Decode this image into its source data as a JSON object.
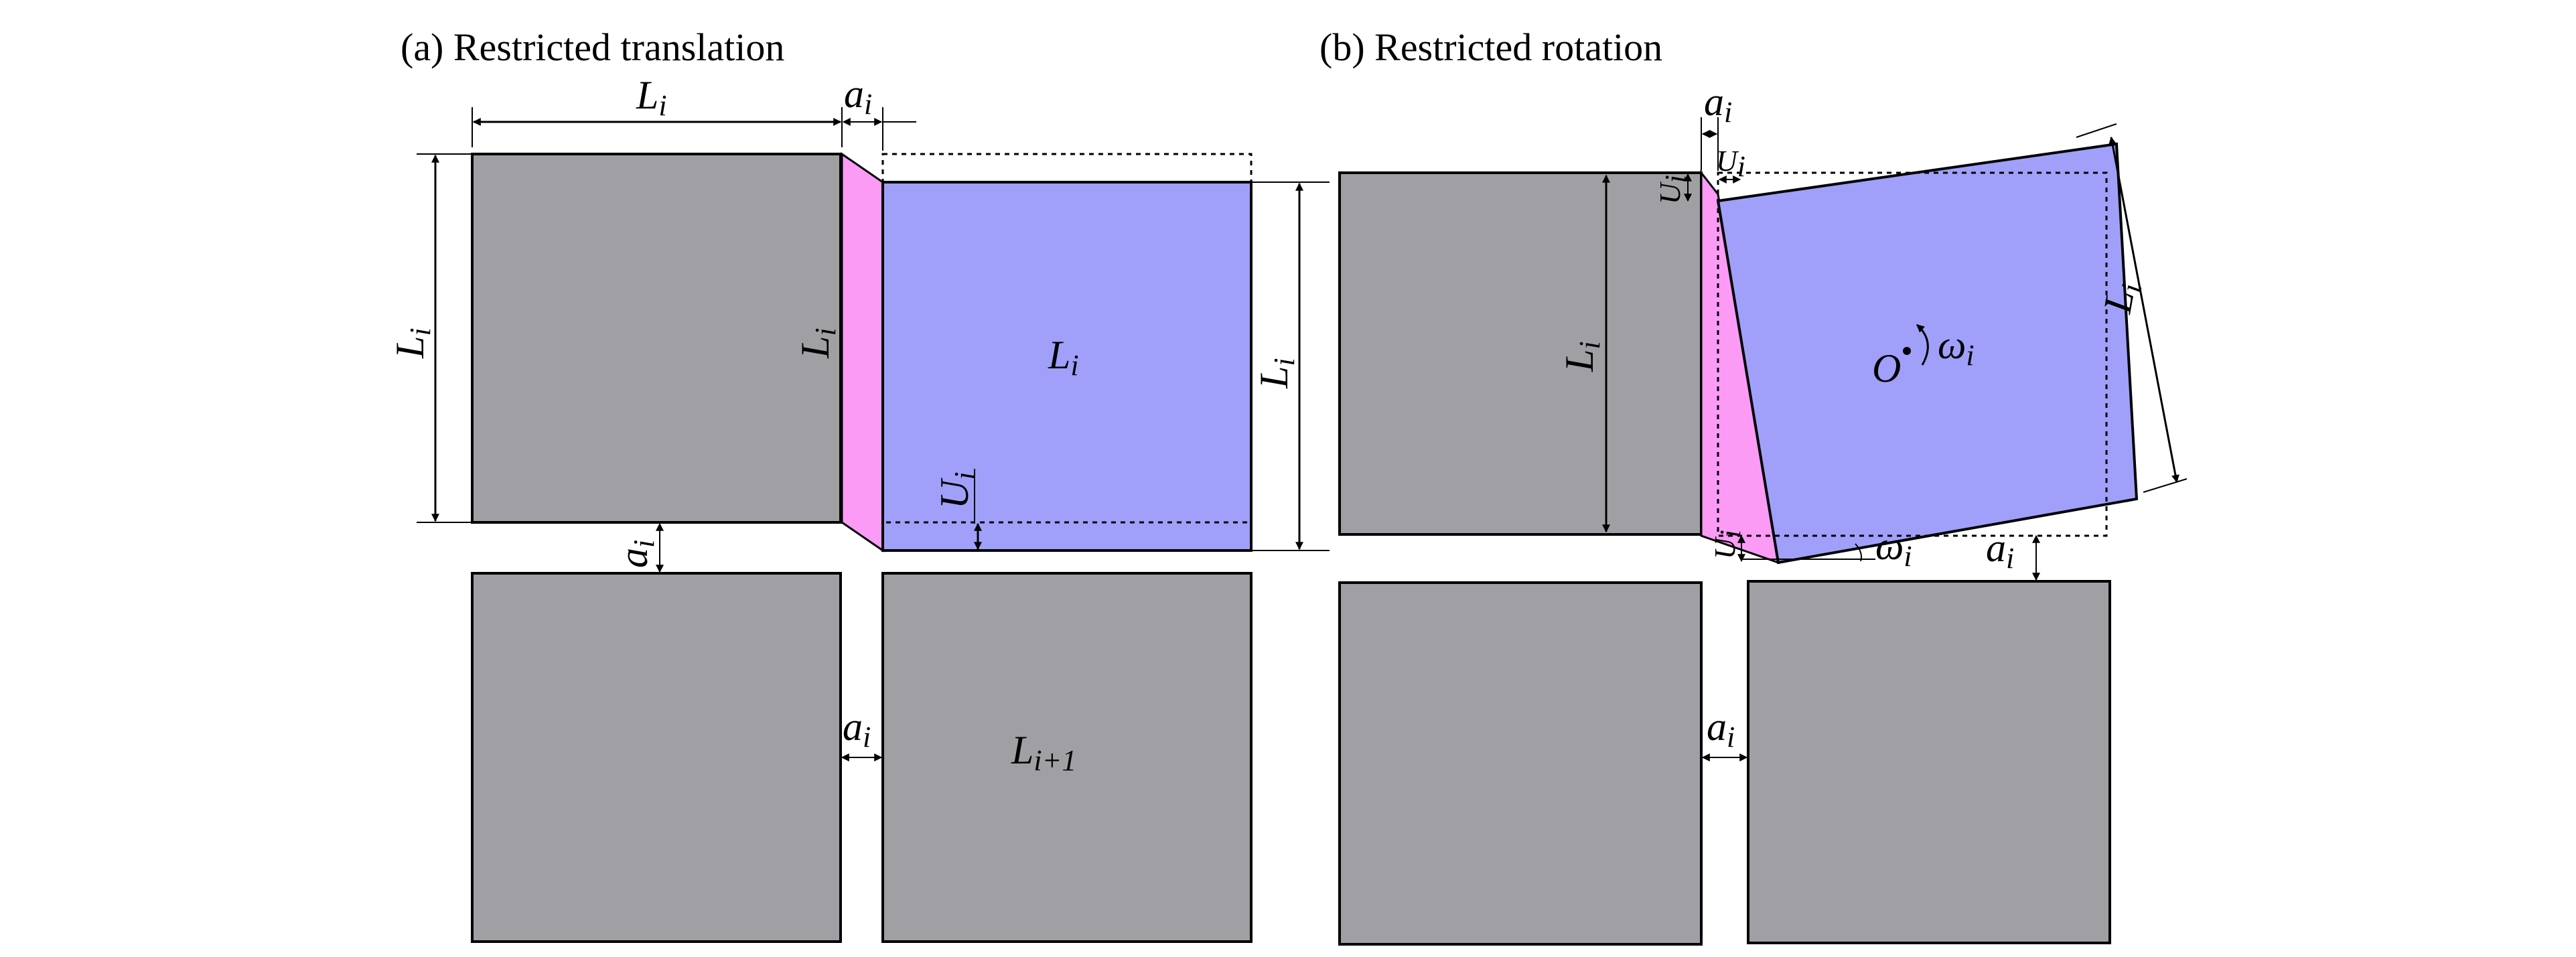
{
  "panels": {
    "a": {
      "title": "(a) Restricted translation"
    },
    "b": {
      "title": "(b) Restricted rotation"
    }
  },
  "labels": {
    "L": "L",
    "i": "i",
    "i_plus_1": "i+1",
    "a": "a",
    "U": "U",
    "omega": "ω",
    "O": "O"
  },
  "colors": {
    "gray_block": "#a09fa4",
    "blue_block": "#a0a0fb",
    "pink_wedge": "#fb9bf6",
    "outline": "#000000"
  }
}
